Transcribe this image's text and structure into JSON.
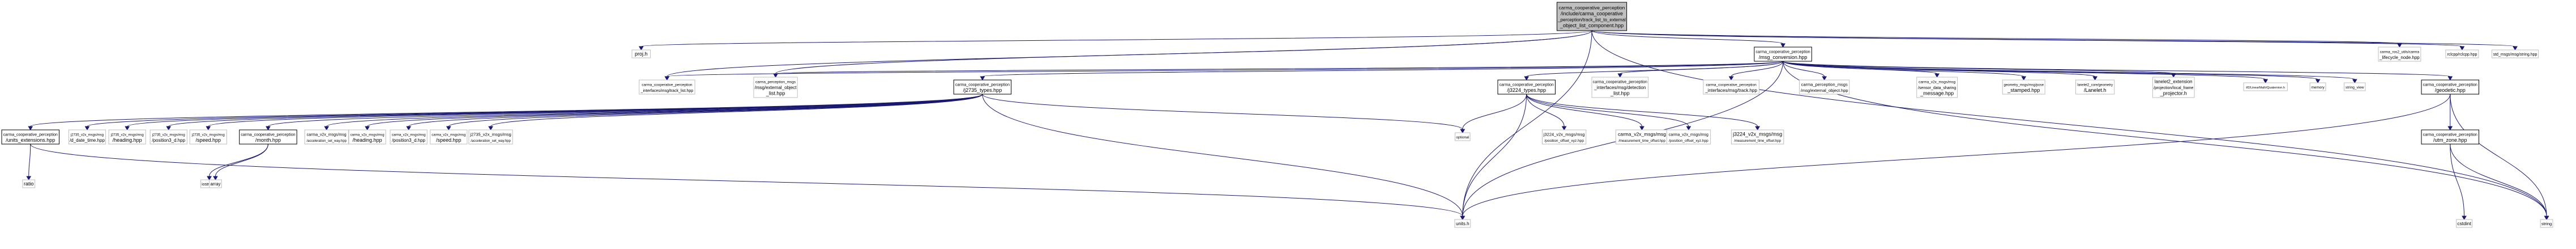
{
  "graph": {
    "colors": {
      "edge": "#191970",
      "root_fill": "#bfbfbf",
      "node_fill": "#ffffff",
      "border_dark": "#000000",
      "border_light": "#bfbfbf"
    },
    "nodes": [
      {
        "id": "root",
        "style": "root",
        "lines": [
          "carma_cooperative_perception",
          "/include/carma_cooperative",
          "_perception/track_list_to_external",
          "_object_list_component.hpp"
        ]
      },
      {
        "id": "projh",
        "style": "ext",
        "lines": [
          "proj.h"
        ]
      },
      {
        "id": "msgconv",
        "style": "linked",
        "lines": [
          "carma_cooperative_perception",
          "/msg_conversion.hpp"
        ]
      },
      {
        "id": "lifecycle",
        "style": "ext",
        "lines": [
          "carma_ros2_utils/carma",
          "_lifecycle_node.hpp"
        ]
      },
      {
        "id": "rclcpp",
        "style": "ext",
        "lines": [
          "rclcpp/rclcpp.hpp"
        ]
      },
      {
        "id": "stdstr",
        "style": "ext",
        "lines": [
          "std_msgs/msg/string.hpp"
        ]
      },
      {
        "id": "tracklist",
        "style": "ext",
        "lines": [
          "carma_cooperative_perception",
          "_interfaces/msg/track_list.hpp"
        ]
      },
      {
        "id": "extobjlist",
        "style": "ext",
        "lines": [
          "carma_perception_msgs",
          "/msg/external_object",
          "_list.hpp"
        ]
      },
      {
        "id": "j2735types",
        "style": "linked",
        "lines": [
          "carma_cooperative_perception",
          "/j2735_types.hpp"
        ]
      },
      {
        "id": "j3224types",
        "style": "linked",
        "lines": [
          "carma_cooperative_perception",
          "/j3224_types.hpp"
        ]
      },
      {
        "id": "detlist",
        "style": "ext",
        "lines": [
          "carma_cooperative_perception",
          "_interfaces/msg/detection",
          "_list.hpp"
        ]
      },
      {
        "id": "trackhpp",
        "style": "ext",
        "lines": [
          "carma_cooperative_perception",
          "_interfaces/msg/track.hpp"
        ]
      },
      {
        "id": "extobj",
        "style": "ext",
        "lines": [
          "carma_perception_msgs",
          "/msg/external_object.hpp"
        ]
      },
      {
        "id": "sensorshare",
        "style": "ext",
        "lines": [
          "carma_v2x_msgs/msg",
          "/sensor_data_sharing",
          "_message.hpp"
        ]
      },
      {
        "id": "posestamped",
        "style": "ext",
        "lines": [
          "geometry_msgs/msg/pose",
          "_stamped.hpp"
        ]
      },
      {
        "id": "lanelet",
        "style": "ext",
        "lines": [
          "lanelet2_core/geometry",
          "/Lanelet.h"
        ]
      },
      {
        "id": "localframe",
        "style": "ext",
        "lines": [
          "lanelet2_extension",
          "/projection/local_frame",
          "_projector.h"
        ]
      },
      {
        "id": "quat",
        "style": "ext",
        "lines": [
          "tf2/LinearMath/Quaternion.h"
        ]
      },
      {
        "id": "memory",
        "style": "ext",
        "lines": [
          "memory"
        ]
      },
      {
        "id": "stringview",
        "style": "ext",
        "lines": [
          "string_view"
        ]
      },
      {
        "id": "geodetic",
        "style": "linked",
        "lines": [
          "carma_cooperative_perception",
          "/geodetic.hpp"
        ]
      },
      {
        "id": "string",
        "style": "ext",
        "lines": [
          "string"
        ]
      },
      {
        "id": "unitsext",
        "style": "linked",
        "lines": [
          "carma_cooperative_perception",
          "/units_extensions.hpp"
        ]
      },
      {
        "id": "ddatetime",
        "style": "ext",
        "lines": [
          "j2735_v2x_msgs/msg",
          "/d_date_time.hpp"
        ]
      },
      {
        "id": "heading1",
        "style": "ext",
        "lines": [
          "j2735_v2x_msgs/msg",
          "/heading.hpp"
        ]
      },
      {
        "id": "pos3d1",
        "style": "ext",
        "lines": [
          "j2735_v2x_msgs/msg",
          "/position3_d.hpp"
        ]
      },
      {
        "id": "speed1",
        "style": "ext",
        "lines": [
          "j2735_v2x_msgs/msg",
          "/speed.hpp"
        ]
      },
      {
        "id": "month",
        "style": "linked",
        "lines": [
          "carma_cooperative_perception",
          "/month.hpp"
        ]
      },
      {
        "id": "accset1",
        "style": "ext",
        "lines": [
          "carma_v2x_msgs/msg",
          "/acceleration_set_way.hpp"
        ]
      },
      {
        "id": "heading2",
        "style": "ext",
        "lines": [
          "carma_v2x_msgs/msg",
          "/heading.hpp"
        ]
      },
      {
        "id": "pos3d2",
        "style": "ext",
        "lines": [
          "carma_v2x_msgs/msg",
          "/position3_d.hpp"
        ]
      },
      {
        "id": "speed2",
        "style": "ext",
        "lines": [
          "carma_v2x_msgs/msg",
          "/speed.hpp"
        ]
      },
      {
        "id": "accset2",
        "style": "ext",
        "lines": [
          "j2735_v2x_msgs/msg",
          "/acceleration_set_way.hpp"
        ]
      },
      {
        "id": "optional",
        "style": "ext",
        "lines": [
          "optional"
        ]
      },
      {
        "id": "posoff1",
        "style": "ext",
        "lines": [
          "j3224_v2x_msgs/msg",
          "/position_offset_xyz.hpp"
        ]
      },
      {
        "id": "meastime1",
        "style": "ext",
        "lines": [
          "carma_v2x_msgs/msg",
          "/measurement_time_offset.hpp"
        ]
      },
      {
        "id": "posoff2",
        "style": "ext",
        "lines": [
          "carma_v2x_msgs/msg",
          "/position_offset_xyz.hpp"
        ]
      },
      {
        "id": "meastime2",
        "style": "ext",
        "lines": [
          "j3224_v2x_msgs/msg",
          "/measurement_time_offset.hpp"
        ]
      },
      {
        "id": "utmzone",
        "style": "linked",
        "lines": [
          "carma_cooperative_perception",
          "/utm_zone.hpp"
        ]
      },
      {
        "id": "ratio",
        "style": "ext",
        "lines": [
          "ratio"
        ]
      },
      {
        "id": "unitsh",
        "style": "ext",
        "lines": [
          "units.h"
        ]
      },
      {
        "id": "iostream",
        "style": "ext",
        "lines": [
          "iostream"
        ]
      },
      {
        "id": "array",
        "style": "ext",
        "lines": [
          "array"
        ]
      },
      {
        "id": "cstdint",
        "style": "ext",
        "lines": [
          "cstdint"
        ]
      }
    ],
    "edges": [
      [
        "root",
        "projh"
      ],
      [
        "root",
        "msgconv"
      ],
      [
        "root",
        "lifecycle"
      ],
      [
        "root",
        "rclcpp"
      ],
      [
        "root",
        "stdstr"
      ],
      [
        "root",
        "tracklist"
      ],
      [
        "root",
        "extobjlist"
      ],
      [
        "root",
        "unitsh"
      ],
      [
        "root",
        "string"
      ],
      [
        "msgconv",
        "tracklist"
      ],
      [
        "msgconv",
        "extobjlist"
      ],
      [
        "msgconv",
        "j2735types"
      ],
      [
        "msgconv",
        "j3224types"
      ],
      [
        "msgconv",
        "detlist"
      ],
      [
        "msgconv",
        "trackhpp"
      ],
      [
        "msgconv",
        "extobj"
      ],
      [
        "msgconv",
        "sensorshare"
      ],
      [
        "msgconv",
        "posestamped"
      ],
      [
        "msgconv",
        "lanelet"
      ],
      [
        "msgconv",
        "localframe"
      ],
      [
        "msgconv",
        "quat"
      ],
      [
        "msgconv",
        "memory"
      ],
      [
        "msgconv",
        "stringview"
      ],
      [
        "msgconv",
        "geodetic"
      ],
      [
        "msgconv",
        "string"
      ],
      [
        "msgconv",
        "unitsh"
      ],
      [
        "j2735types",
        "unitsext"
      ],
      [
        "j2735types",
        "ddatetime"
      ],
      [
        "j2735types",
        "heading1"
      ],
      [
        "j2735types",
        "pos3d1"
      ],
      [
        "j2735types",
        "speed1"
      ],
      [
        "j2735types",
        "month"
      ],
      [
        "j2735types",
        "accset1"
      ],
      [
        "j2735types",
        "heading2"
      ],
      [
        "j2735types",
        "pos3d2"
      ],
      [
        "j2735types",
        "speed2"
      ],
      [
        "j2735types",
        "accset2"
      ],
      [
        "j2735types",
        "optional"
      ],
      [
        "j2735types",
        "unitsh"
      ],
      [
        "j3224types",
        "optional"
      ],
      [
        "j3224types",
        "posoff1"
      ],
      [
        "j3224types",
        "meastime1"
      ],
      [
        "j3224types",
        "posoff2"
      ],
      [
        "j3224types",
        "meastime2"
      ],
      [
        "j3224types",
        "unitsh"
      ],
      [
        "geodetic",
        "utmzone"
      ],
      [
        "geodetic",
        "unitsh"
      ],
      [
        "geodetic",
        "string"
      ],
      [
        "unitsext",
        "ratio"
      ],
      [
        "unitsext",
        "unitsh"
      ],
      [
        "month",
        "iostream"
      ],
      [
        "month",
        "array"
      ],
      [
        "utmzone",
        "cstdint"
      ],
      [
        "utmzone",
        "string"
      ]
    ]
  }
}
